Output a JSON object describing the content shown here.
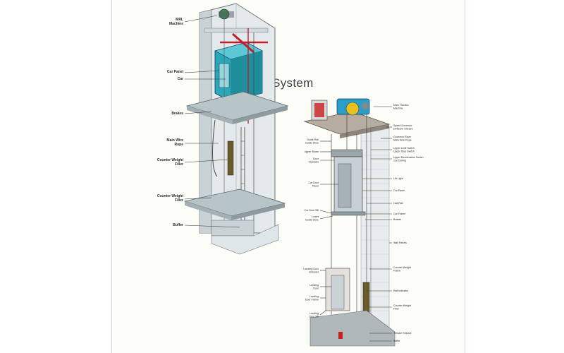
{
  "title": "Traction Lift System",
  "colors": {
    "background": "#fdfdf7",
    "shaft_wall": "#dfe6e8",
    "car": "#2aa8b8",
    "machine": "#2aa0c8",
    "beam": "#b7c4c8",
    "rope": "#c0202a"
  },
  "left_labels": [
    {
      "id": "mrl",
      "lines": [
        "MRL",
        "Machine"
      ]
    },
    {
      "id": "car-panel",
      "lines": [
        "Car Panel"
      ]
    },
    {
      "id": "car",
      "lines": [
        "Car"
      ]
    },
    {
      "id": "brakes",
      "lines": [
        "Brakes"
      ]
    },
    {
      "id": "rope",
      "lines": [
        "Main Wire",
        "Rope"
      ]
    },
    {
      "id": "cw1",
      "lines": [
        "Counter Weight",
        "Filler"
      ]
    },
    {
      "id": "cw2",
      "lines": [
        "Counter Weight",
        "Filler"
      ]
    },
    {
      "id": "buffer",
      "lines": [
        "Buffer"
      ]
    }
  ],
  "right_labels": [
    {
      "id": "main-machine",
      "lines": [
        "Main Traction",
        "Machine"
      ]
    },
    {
      "id": "speed-gov",
      "lines": [
        "Speed Governor",
        "Deflector Sheave"
      ]
    },
    {
      "id": "gov-rope",
      "lines": [
        "Governor Rope",
        "Main Wire Rope"
      ]
    },
    {
      "id": "upper-limit",
      "lines": [
        "Upper Limit Switch",
        "Upper Stop Switch"
      ]
    },
    {
      "id": "upper-decel",
      "lines": [
        "Upper Deceleration Switch",
        "Car Ceiling"
      ]
    },
    {
      "id": "lift-light",
      "lines": [
        "Lift Light"
      ]
    },
    {
      "id": "car-panel",
      "lines": [
        "Car Panel"
      ]
    },
    {
      "id": "hall-rail",
      "lines": [
        "Hall Rail"
      ]
    },
    {
      "id": "car-frame",
      "lines": [
        "Car Frame"
      ]
    },
    {
      "id": "brakes",
      "lines": [
        "Brakes"
      ]
    },
    {
      "id": "wall-panels",
      "lines": [
        "Wall Panels"
      ]
    },
    {
      "id": "cw-frame",
      "lines": [
        "Counter Weight",
        "Frame"
      ]
    },
    {
      "id": "rail-indicator",
      "lines": [
        "Rail Indicator"
      ]
    },
    {
      "id": "cw-filler",
      "lines": [
        "Counter Weight",
        "Filler"
      ]
    },
    {
      "id": "tension",
      "lines": [
        "Tension Sheave"
      ]
    },
    {
      "id": "buffer",
      "lines": [
        "Buffer"
      ]
    }
  ],
  "mid_labels": [
    {
      "id": "guide-rail",
      "lines": [
        "Guide Rail",
        "Guide Shoe"
      ]
    },
    {
      "id": "upper-beam",
      "lines": [
        "Upper Beam"
      ]
    },
    {
      "id": "door-operator",
      "lines": [
        "Door",
        "Operator"
      ]
    },
    {
      "id": "car-door",
      "lines": [
        "Car Door",
        "Panel"
      ]
    },
    {
      "id": "car-door-sill",
      "lines": [
        "Car Door Sill"
      ]
    },
    {
      "id": "lower-guide",
      "lines": [
        "Lower",
        "Guide Shoe"
      ]
    },
    {
      "id": "landing-indicator",
      "lines": [
        "Landing Door",
        "Indicator"
      ]
    },
    {
      "id": "landing-door",
      "lines": [
        "Landing",
        "Door"
      ]
    },
    {
      "id": "landing-frame",
      "lines": [
        "Landing",
        "Door Frame"
      ]
    },
    {
      "id": "landing-sill",
      "lines": [
        "Landing",
        "Door Sill"
      ]
    }
  ]
}
